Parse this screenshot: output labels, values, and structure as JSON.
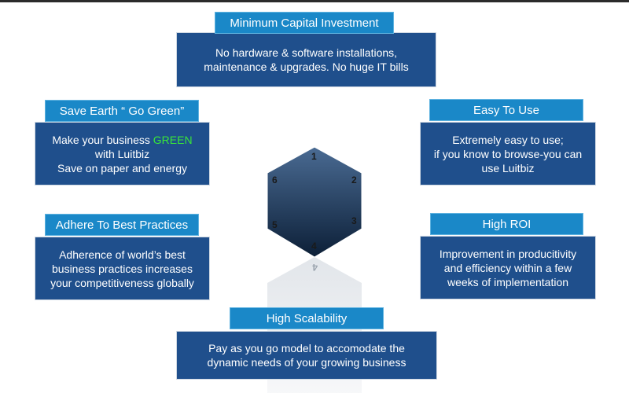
{
  "hexagon": {
    "numbers": [
      "1",
      "2",
      "3",
      "4",
      "5",
      "6"
    ],
    "reflection_number": "4",
    "fill_top": "#4a6b93",
    "fill_bottom": "#0c1f37"
  },
  "features": {
    "min_capital": {
      "title": "Minimum Capital Investment",
      "lines": [
        "No hardware & software installations,",
        "maintenance & upgrades. No huge IT bills"
      ]
    },
    "go_green": {
      "title": "Save Earth “ Go Green”",
      "line1_prefix": "Make your business ",
      "line1_highlight": "GREEN",
      "lines": [
        "with Luitbiz",
        "Save on paper and energy"
      ],
      "highlight_color": "#39e639"
    },
    "easy_to_use": {
      "title": "Easy To Use",
      "lines": [
        "Extremely  easy to use;",
        "if you know to browse-you can",
        "use Luitbiz"
      ]
    },
    "best_practices": {
      "title": "Adhere To Best Practices",
      "lines": [
        "Adherence of world’s best",
        "business practices increases",
        "your competitiveness globally"
      ]
    },
    "high_roi": {
      "title": "High ROI",
      "lines": [
        "Improvement in producitivity",
        "and efficiency within a few",
        "weeks of implementation"
      ]
    },
    "scalability": {
      "title": "High Scalability",
      "lines": [
        "Pay as you go  model to accomodate the",
        "dynamic needs of your growing business"
      ]
    }
  },
  "colors": {
    "tab": "#1a88c8",
    "panel": "#1f4f8c",
    "text": "#ffffff"
  }
}
